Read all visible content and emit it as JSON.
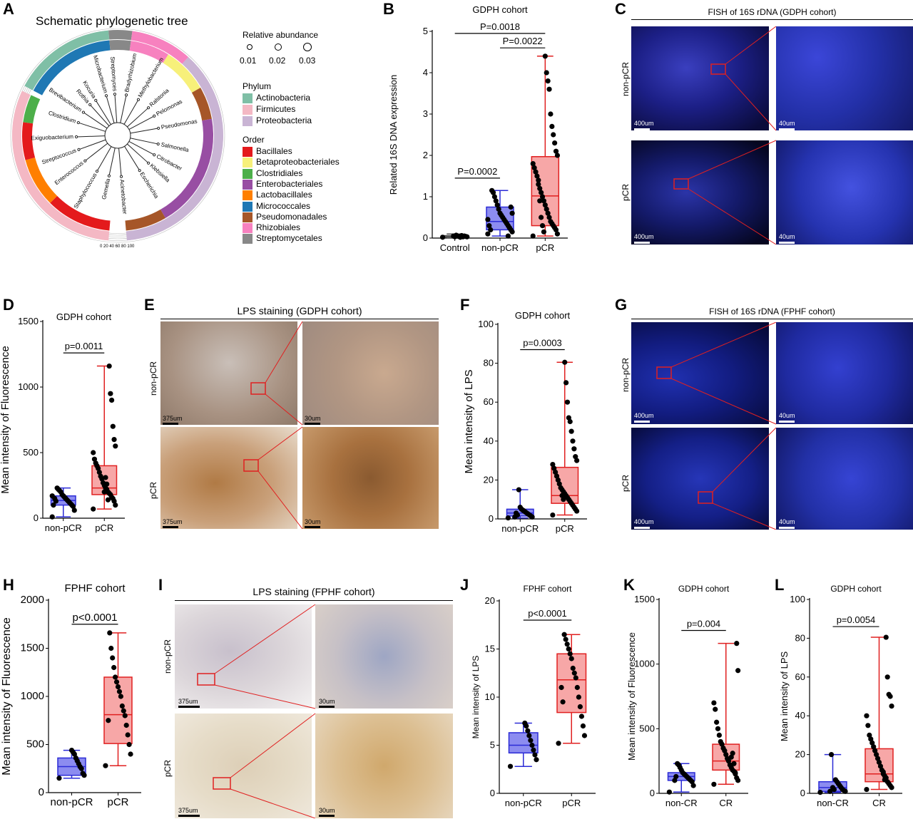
{
  "panel_letters": [
    "A",
    "B",
    "C",
    "D",
    "E",
    "F",
    "G",
    "H",
    "I",
    "J",
    "K",
    "L"
  ],
  "panelA": {
    "title": "Schematic phylogenetic tree",
    "abundance_title": "Relative abundance",
    "abundance_values": [
      "0.01",
      "0.02",
      "0.03"
    ],
    "phylum_title": "Phylum",
    "phylum": [
      {
        "name": "Actinobacteria",
        "color": "#7fbfa6"
      },
      {
        "name": "Firmicutes",
        "color": "#f4b8c4"
      },
      {
        "name": "Proteobacteria",
        "color": "#c9b4d4"
      }
    ],
    "order_title": "Order",
    "order": [
      {
        "name": "Bacillales",
        "color": "#e41a1c"
      },
      {
        "name": "Betaproteobacteriales",
        "color": "#f7f07a"
      },
      {
        "name": "Clostridiales",
        "color": "#4daf4a"
      },
      {
        "name": "Enterobacteriales",
        "color": "#984ea3"
      },
      {
        "name": "Lactobacillales",
        "color": "#ff7f00"
      },
      {
        "name": "Micrococcales",
        "color": "#1f78b4"
      },
      {
        "name": "Pseudomonadales",
        "color": "#a65628"
      },
      {
        "name": "Rhizobiales",
        "color": "#f781bf"
      },
      {
        "name": "Streptomycetales",
        "color": "#888888"
      }
    ],
    "taxa": [
      "Streptomyces",
      "Microbacterium",
      "Kocuria",
      "Rothia",
      "Brevibacterium",
      "Clostridium",
      "Exiguobacterium",
      "Streptococcus",
      "Enterococcus",
      "Staphylococcus",
      "Gemella",
      "Acinetobacter",
      "Escherichia",
      "Klebsiella",
      "Citrobacter",
      "Salmonella",
      "Pseudomonas",
      "Pelomonas",
      "Ralstonia",
      "Methylobacterium",
      "Bradyrhizobium"
    ],
    "ring_scale": "0 20 40 60 80 100"
  },
  "panelC": {
    "title": "FISH of 16S rDNA (GDPH cohort)",
    "rows": [
      "non-pCR",
      "pCR"
    ],
    "scale_low": "400um",
    "scale_high": "40um"
  },
  "panelE": {
    "title": "LPS staining (GDPH cohort)",
    "rows": [
      "non-pCR",
      "pCR"
    ],
    "scale_low": "375um",
    "scale_high": "30um"
  },
  "panelG": {
    "title": "FISH of 16S rDNA (FPHF cohort)",
    "rows": [
      "non-pCR",
      "pCR"
    ],
    "scale_low": "400um",
    "scale_high": "40um"
  },
  "panelI": {
    "title": "LPS staining (FPHF cohort)",
    "rows": [
      "non-pCR",
      "pCR"
    ],
    "scale_low": "375um",
    "scale_high": "30um"
  },
  "colors": {
    "blue_box": "#8c8cf0",
    "blue_line": "#2b2bd6",
    "red_box": "#f7a7a7",
    "red_line": "#e02020"
  },
  "chart_data": [
    {
      "id": "B",
      "type": "box",
      "title": "GDPH cohort",
      "ylabel": "Related 16S DNA expression",
      "ylim": [
        0,
        5
      ],
      "yticks": [
        0,
        1,
        2,
        3,
        4,
        5
      ],
      "categories": [
        "Control",
        "non-pCR",
        "pCR"
      ],
      "boxes": [
        {
          "min": 0.0,
          "q1": 0.02,
          "median": 0.04,
          "q3": 0.06,
          "max": 0.1,
          "color": "grey"
        },
        {
          "min": 0.05,
          "q1": 0.2,
          "median": 0.4,
          "q3": 0.75,
          "max": 1.15,
          "color": "blue"
        },
        {
          "min": 0.05,
          "q1": 0.3,
          "median": 1.02,
          "q3": 1.97,
          "max": 4.4,
          "color": "red"
        }
      ],
      "points": [
        [
          0.02,
          0.03,
          0.04,
          0.05,
          0.03,
          0.06,
          0.02,
          0.04,
          0.05,
          0.07,
          0.03,
          0.05
        ],
        [
          0.1,
          0.15,
          0.2,
          0.25,
          0.3,
          0.35,
          0.4,
          0.45,
          0.5,
          0.55,
          0.6,
          0.7,
          0.8,
          0.9,
          1.0,
          1.1,
          1.15,
          0.2,
          0.3,
          0.45,
          0.6,
          0.75,
          0.25,
          0.05
        ],
        [
          0.05,
          0.1,
          0.2,
          0.25,
          0.3,
          0.35,
          0.4,
          0.5,
          0.6,
          0.7,
          0.8,
          0.9,
          1.0,
          1.1,
          1.2,
          1.3,
          1.5,
          1.6,
          1.7,
          1.8,
          2.0,
          2.1,
          2.3,
          2.5,
          2.7,
          3.0,
          3.6,
          3.8,
          4.0,
          4.4,
          0.15,
          0.3,
          0.5,
          0.9,
          1.4
        ]
      ],
      "comparisons": [
        {
          "from": 0,
          "to": 2,
          "label": "P=0.0018",
          "y": 4.95
        },
        {
          "from": 1,
          "to": 2,
          "label": "P=0.0022",
          "y": 4.6
        },
        {
          "from": 0,
          "to": 1,
          "label": "P=0.0002",
          "y": 1.45
        }
      ]
    },
    {
      "id": "D",
      "type": "box",
      "title": "GDPH cohort",
      "ylabel": "Mean intensity of Fluorescence",
      "ylim": [
        0,
        1500
      ],
      "yticks": [
        0,
        500,
        1000,
        1500
      ],
      "categories": [
        "non-pCR",
        "pCR"
      ],
      "boxes": [
        {
          "min": 10,
          "q1": 100,
          "median": 135,
          "q3": 170,
          "max": 230,
          "color": "blue"
        },
        {
          "min": 70,
          "q1": 180,
          "median": 230,
          "q3": 400,
          "max": 1160,
          "color": "red"
        }
      ],
      "points": [
        [
          10,
          60,
          90,
          100,
          110,
          120,
          130,
          140,
          150,
          160,
          170,
          180,
          200,
          210,
          220,
          230,
          130,
          150,
          100,
          170
        ],
        [
          70,
          100,
          130,
          150,
          160,
          180,
          190,
          200,
          220,
          230,
          250,
          270,
          300,
          320,
          350,
          380,
          400,
          420,
          450,
          500,
          550,
          600,
          700,
          900,
          950,
          1160,
          140,
          260,
          310,
          200
        ]
      ],
      "comparisons": [
        {
          "from": 0,
          "to": 1,
          "label": "p=0.0011",
          "y": 1260
        }
      ]
    },
    {
      "id": "F",
      "type": "box",
      "title": "GDPH cohort",
      "ylabel": "Mean intensity of LPS",
      "ylim": [
        0,
        100
      ],
      "yticks": [
        0,
        20,
        40,
        60,
        80,
        100
      ],
      "categories": [
        "non-pCR",
        "pCR"
      ],
      "boxes": [
        {
          "min": 0.5,
          "q1": 1.5,
          "median": 3,
          "q3": 5,
          "max": 15,
          "color": "blue"
        },
        {
          "min": 2,
          "q1": 8,
          "median": 12,
          "q3": 26.5,
          "max": 80.5,
          "color": "red"
        }
      ],
      "points": [
        [
          0.5,
          1,
          1.5,
          2,
          2.5,
          3,
          3.5,
          4,
          4.5,
          5,
          6,
          15,
          2,
          3,
          1
        ],
        [
          2,
          4,
          5,
          6,
          7,
          8,
          9,
          10,
          11,
          12,
          13,
          14,
          15,
          16,
          18,
          20,
          22,
          24,
          26,
          28,
          30,
          32,
          36,
          40,
          45,
          50,
          52,
          60,
          70,
          80.5,
          10,
          12
        ]
      ],
      "comparisons": [
        {
          "from": 0,
          "to": 1,
          "label": "p=0.0003",
          "y": 87
        }
      ]
    },
    {
      "id": "H",
      "type": "box",
      "title": "FPHF cohort",
      "ylabel": "Mean intensity of Fluorescence",
      "ylim": [
        0,
        2000
      ],
      "yticks": [
        0,
        500,
        1000,
        1500,
        2000
      ],
      "categories": [
        "non-pCR",
        "pCR"
      ],
      "boxes": [
        {
          "min": 150,
          "q1": 180,
          "median": 270,
          "q3": 360,
          "max": 440,
          "color": "blue"
        },
        {
          "min": 280,
          "q1": 510,
          "median": 810,
          "q3": 1200,
          "max": 1660,
          "color": "red"
        }
      ],
      "points": [
        [
          150,
          180,
          200,
          250,
          270,
          300,
          330,
          360,
          400,
          420,
          440
        ],
        [
          280,
          400,
          500,
          600,
          700,
          800,
          850,
          900,
          1000,
          1050,
          1100,
          1150,
          1200,
          1300,
          1400,
          1500,
          1660,
          750
        ]
      ],
      "comparisons": [
        {
          "from": 0,
          "to": 1,
          "label": "p<0.0001",
          "y": 1750
        }
      ]
    },
    {
      "id": "J",
      "type": "box",
      "title": "FPHF cohort",
      "ylabel": "Mean intensity of LPS",
      "ylim": [
        0,
        20
      ],
      "yticks": [
        0,
        5,
        10,
        15,
        20
      ],
      "categories": [
        "non-pCR",
        "pCR"
      ],
      "boxes": [
        {
          "min": 2.8,
          "q1": 4.2,
          "median": 5,
          "q3": 6.3,
          "max": 7.3,
          "color": "blue"
        },
        {
          "min": 5.2,
          "q1": 8.4,
          "median": 11.8,
          "q3": 14.5,
          "max": 16.5,
          "color": "red"
        }
      ],
      "points": [
        [
          2.8,
          3.5,
          4,
          4.5,
          5,
          5.5,
          6,
          6.5,
          7,
          7.3
        ],
        [
          5.2,
          6,
          7,
          8,
          9,
          10,
          11,
          12,
          12.5,
          13,
          14,
          14.5,
          15,
          15.5,
          16,
          16.5,
          9.5,
          11
        ]
      ],
      "comparisons": [
        {
          "from": 0,
          "to": 1,
          "label": "p<0.0001",
          "y": 18
        }
      ]
    },
    {
      "id": "K",
      "type": "box",
      "title": "GDPH cohort",
      "ylabel": "Mean intensity of Fluorescence",
      "ylim": [
        0,
        1500
      ],
      "yticks": [
        0,
        500,
        1000,
        1500
      ],
      "categories": [
        "non-CR",
        "CR"
      ],
      "boxes": [
        {
          "min": 10,
          "q1": 100,
          "median": 130,
          "q3": 160,
          "max": 230,
          "color": "blue"
        },
        {
          "min": 70,
          "q1": 180,
          "median": 250,
          "q3": 380,
          "max": 1160,
          "color": "red"
        }
      ],
      "points": [
        [
          10,
          60,
          90,
          100,
          110,
          120,
          130,
          140,
          150,
          160,
          180,
          200,
          220,
          230,
          130,
          100
        ],
        [
          70,
          100,
          120,
          150,
          170,
          180,
          200,
          220,
          250,
          270,
          300,
          330,
          350,
          380,
          400,
          450,
          500,
          550,
          650,
          700,
          950,
          1160,
          160,
          230,
          310,
          280
        ]
      ],
      "comparisons": [
        {
          "from": 0,
          "to": 1,
          "label": "p=0.004",
          "y": 1260
        }
      ]
    },
    {
      "id": "L",
      "type": "box",
      "title": "GDPH cohort",
      "ylabel": "Mean intensity of LPS",
      "ylim": [
        0,
        100
      ],
      "yticks": [
        0,
        20,
        40,
        60,
        80,
        100
      ],
      "categories": [
        "non-CR",
        "CR"
      ],
      "boxes": [
        {
          "min": 0.5,
          "q1": 1,
          "median": 3,
          "q3": 6,
          "max": 20,
          "color": "blue"
        },
        {
          "min": 2,
          "q1": 6,
          "median": 10,
          "q3": 23,
          "max": 80.5,
          "color": "red"
        }
      ],
      "points": [
        [
          0.5,
          1,
          1.5,
          2,
          3,
          4,
          5,
          6,
          7,
          2,
          3,
          20,
          1
        ],
        [
          2,
          3,
          4,
          5,
          6,
          8,
          9,
          10,
          12,
          14,
          16,
          18,
          20,
          22,
          24,
          26,
          28,
          30,
          35,
          40,
          45,
          50,
          51,
          60,
          80.5,
          7,
          11
        ]
      ],
      "comparisons": [
        {
          "from": 0,
          "to": 1,
          "label": "p=0.0054",
          "y": 86
        }
      ]
    }
  ]
}
